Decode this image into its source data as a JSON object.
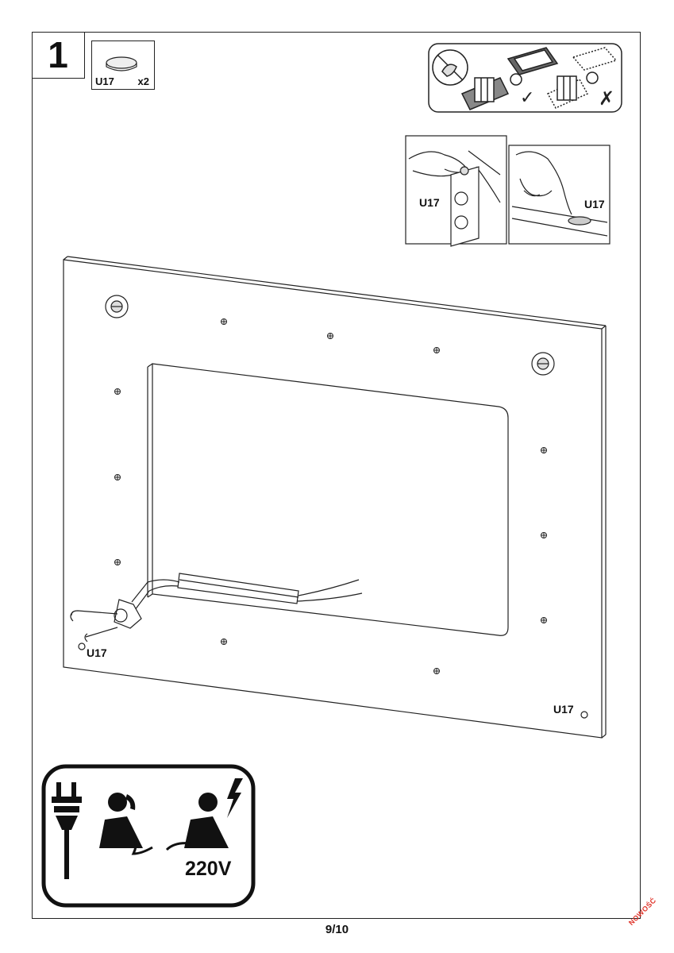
{
  "step": {
    "number": "1"
  },
  "part": {
    "code": "U17",
    "quantity": "x2"
  },
  "detail_labels": {
    "left": "U17",
    "right": "U17"
  },
  "panel_labels": {
    "bottom_left": "U17",
    "bottom_right": "U17"
  },
  "warning": {
    "voltage": "220V"
  },
  "footer": {
    "page": "9/10",
    "badge": "NOWOŚĆ"
  }
}
